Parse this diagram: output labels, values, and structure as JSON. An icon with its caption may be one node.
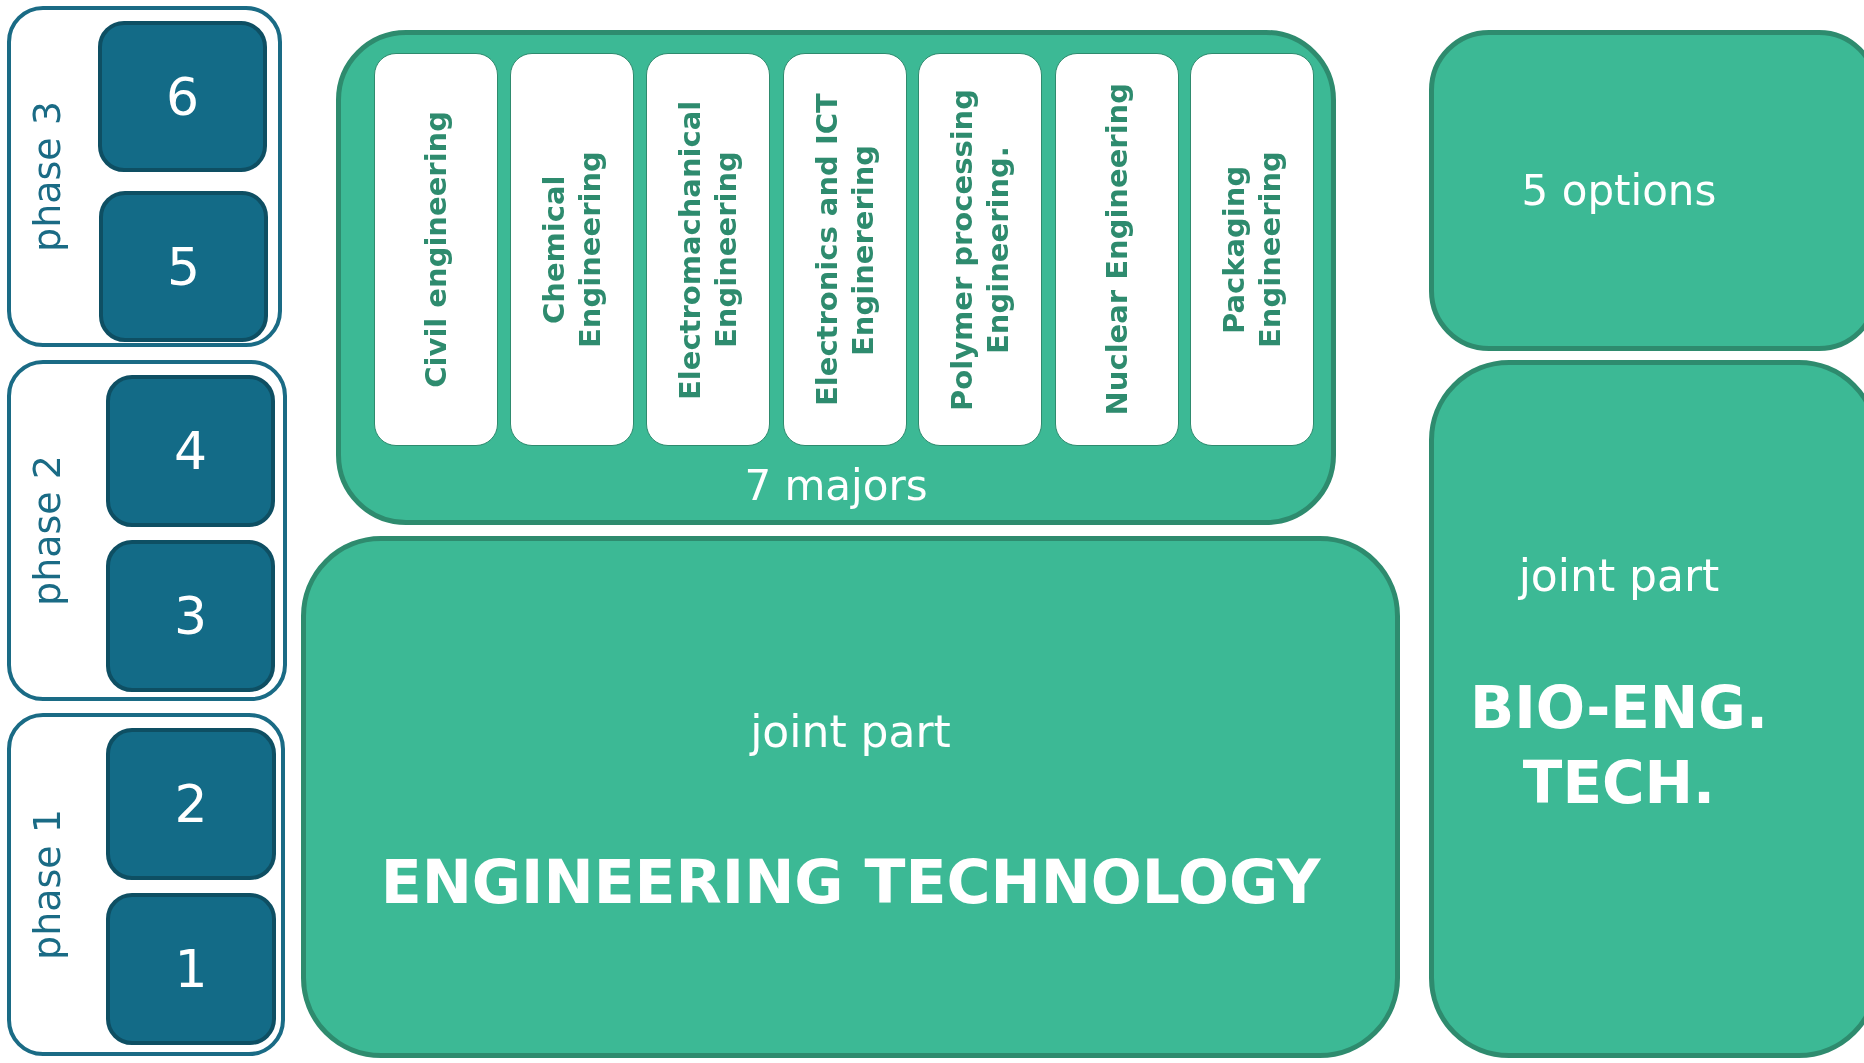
{
  "diagram": {
    "nodes": [
      {
        "text": [
          "phase 3"
        ]
      },
      {
        "text": [
          "6"
        ],
        "in": 0
      },
      {
        "text": [
          "5"
        ],
        "in": 0
      },
      {
        "text": [
          "phase 2"
        ]
      },
      {
        "text": [
          "4"
        ],
        "in": 3
      },
      {
        "text": [
          "3"
        ],
        "in": 3
      },
      {
        "text": [
          "phase 1"
        ]
      },
      {
        "text": [
          "2"
        ],
        "in": 6
      },
      {
        "text": [
          "1"
        ],
        "in": 6
      },
      {
        "text": [
          "7 majors"
        ]
      },
      {
        "text": [
          "Civil engineering"
        ],
        "in": 9
      },
      {
        "text": [
          "Chemical Engineering"
        ],
        "in": 9
      },
      {
        "text": [
          "Electromachanical Engineering"
        ],
        "in": 9
      },
      {
        "text": [
          "Electronics and ICT Enginerering"
        ],
        "in": 9
      },
      {
        "text": [
          "Polymer processing Engineering."
        ],
        "in": 9
      },
      {
        "text": [
          "Nuclear Engineering"
        ],
        "in": 9
      },
      {
        "text": [
          "Packaging Engineering"
        ],
        "in": 9
      },
      {
        "text": [
          "joint part",
          "ENGINEERING TECHNOLOGY"
        ]
      },
      {
        "text": [
          "5 options"
        ]
      },
      {
        "text": [
          "joint part",
          "BIO-ENG. TECH."
        ]
      }
    ],
    "edges": []
  }
}
